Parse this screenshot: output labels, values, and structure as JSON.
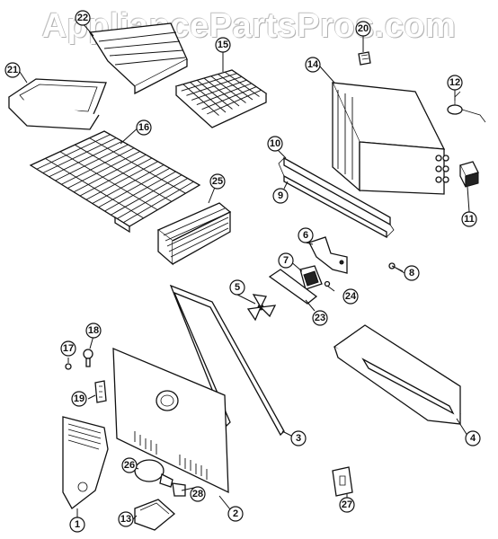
{
  "watermark": "AppliancePartsPros.com",
  "callouts": {
    "p1": "1",
    "p2": "2",
    "p3": "3",
    "p4": "4",
    "p5": "5",
    "p6": "6",
    "p7": "7",
    "p8": "8",
    "p9": "9",
    "p10": "10",
    "p11": "11",
    "p12": "12",
    "p13": "13",
    "p14": "14",
    "p15": "15",
    "p16": "16",
    "p17": "17",
    "p18": "18",
    "p19": "19",
    "p20": "20",
    "p21": "21",
    "p22": "22",
    "p23": "23",
    "p24": "24",
    "p25": "25",
    "p26": "26",
    "p27": "27",
    "p28": "28"
  }
}
